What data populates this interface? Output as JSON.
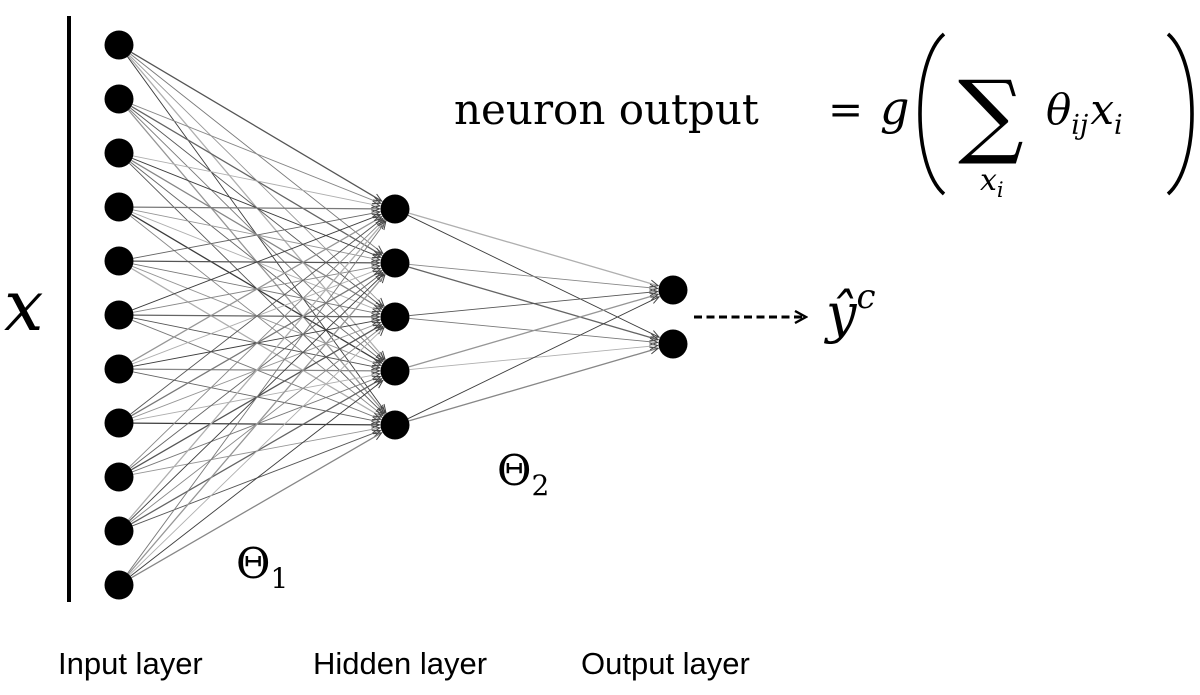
{
  "input_variable": "x",
  "output_symbol": "ŷ",
  "output_superscript": "c",
  "formula": {
    "lhs": "neuron output",
    "equals": "=",
    "func": "g",
    "sum_symbol": "∑",
    "sum_index": "x",
    "sum_index_sub": "i",
    "term_theta": "θ",
    "term_theta_sub": "ij",
    "term_x": "x",
    "term_x_sub": "i"
  },
  "weights": [
    {
      "symbol": "Θ",
      "subscript": "1"
    },
    {
      "symbol": "Θ",
      "subscript": "2"
    }
  ],
  "layers": [
    {
      "label": "Input layer",
      "neurons": 11
    },
    {
      "label": "Hidden layer",
      "neurons": 5
    },
    {
      "label": "Output layer",
      "neurons": 2
    }
  ],
  "colors": {
    "neuron": "#000000",
    "edge": "#000000",
    "background": "#ffffff"
  }
}
